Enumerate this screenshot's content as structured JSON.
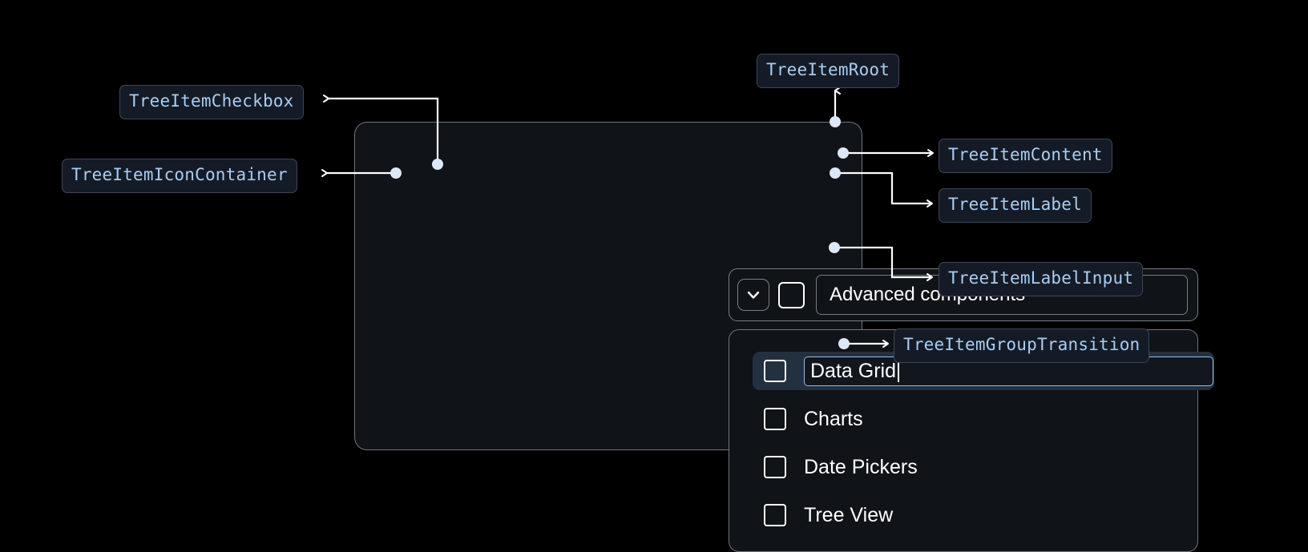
{
  "page": {
    "background": "#000000",
    "accent": "#a9cdf2",
    "chip_bg": "#151b26",
    "chip_border": "#3d4657",
    "selected_row_bg": "#22303f",
    "input_border": "#8fc0ee"
  },
  "annotations": [
    {
      "id": "tree-item-root",
      "label": "TreeItemRoot"
    },
    {
      "id": "tree-item-checkbox",
      "label": "TreeItemCheckbox"
    },
    {
      "id": "tree-item-icon-container",
      "label": "TreeItemIconContainer"
    },
    {
      "id": "tree-item-content",
      "label": "TreeItemContent"
    },
    {
      "id": "tree-item-label",
      "label": "TreeItemLabel"
    },
    {
      "id": "tree-item-label-input",
      "label": "TreeItemLabelInput"
    },
    {
      "id": "tree-item-group-transition",
      "label": "TreeItemGroupTransition"
    }
  ],
  "tree": {
    "header": {
      "expand_icon": "chevron-down-icon",
      "checkbox_checked": false,
      "label": "Advanced components"
    },
    "items": [
      {
        "label": "Data Grid",
        "checked": false,
        "editing": true,
        "selected": true
      },
      {
        "label": "Charts",
        "checked": false,
        "editing": false,
        "selected": false
      },
      {
        "label": "Date Pickers",
        "checked": false,
        "editing": false,
        "selected": false
      },
      {
        "label": "Tree View",
        "checked": false,
        "editing": false,
        "selected": false
      }
    ],
    "editing_value": "Data Grid"
  }
}
